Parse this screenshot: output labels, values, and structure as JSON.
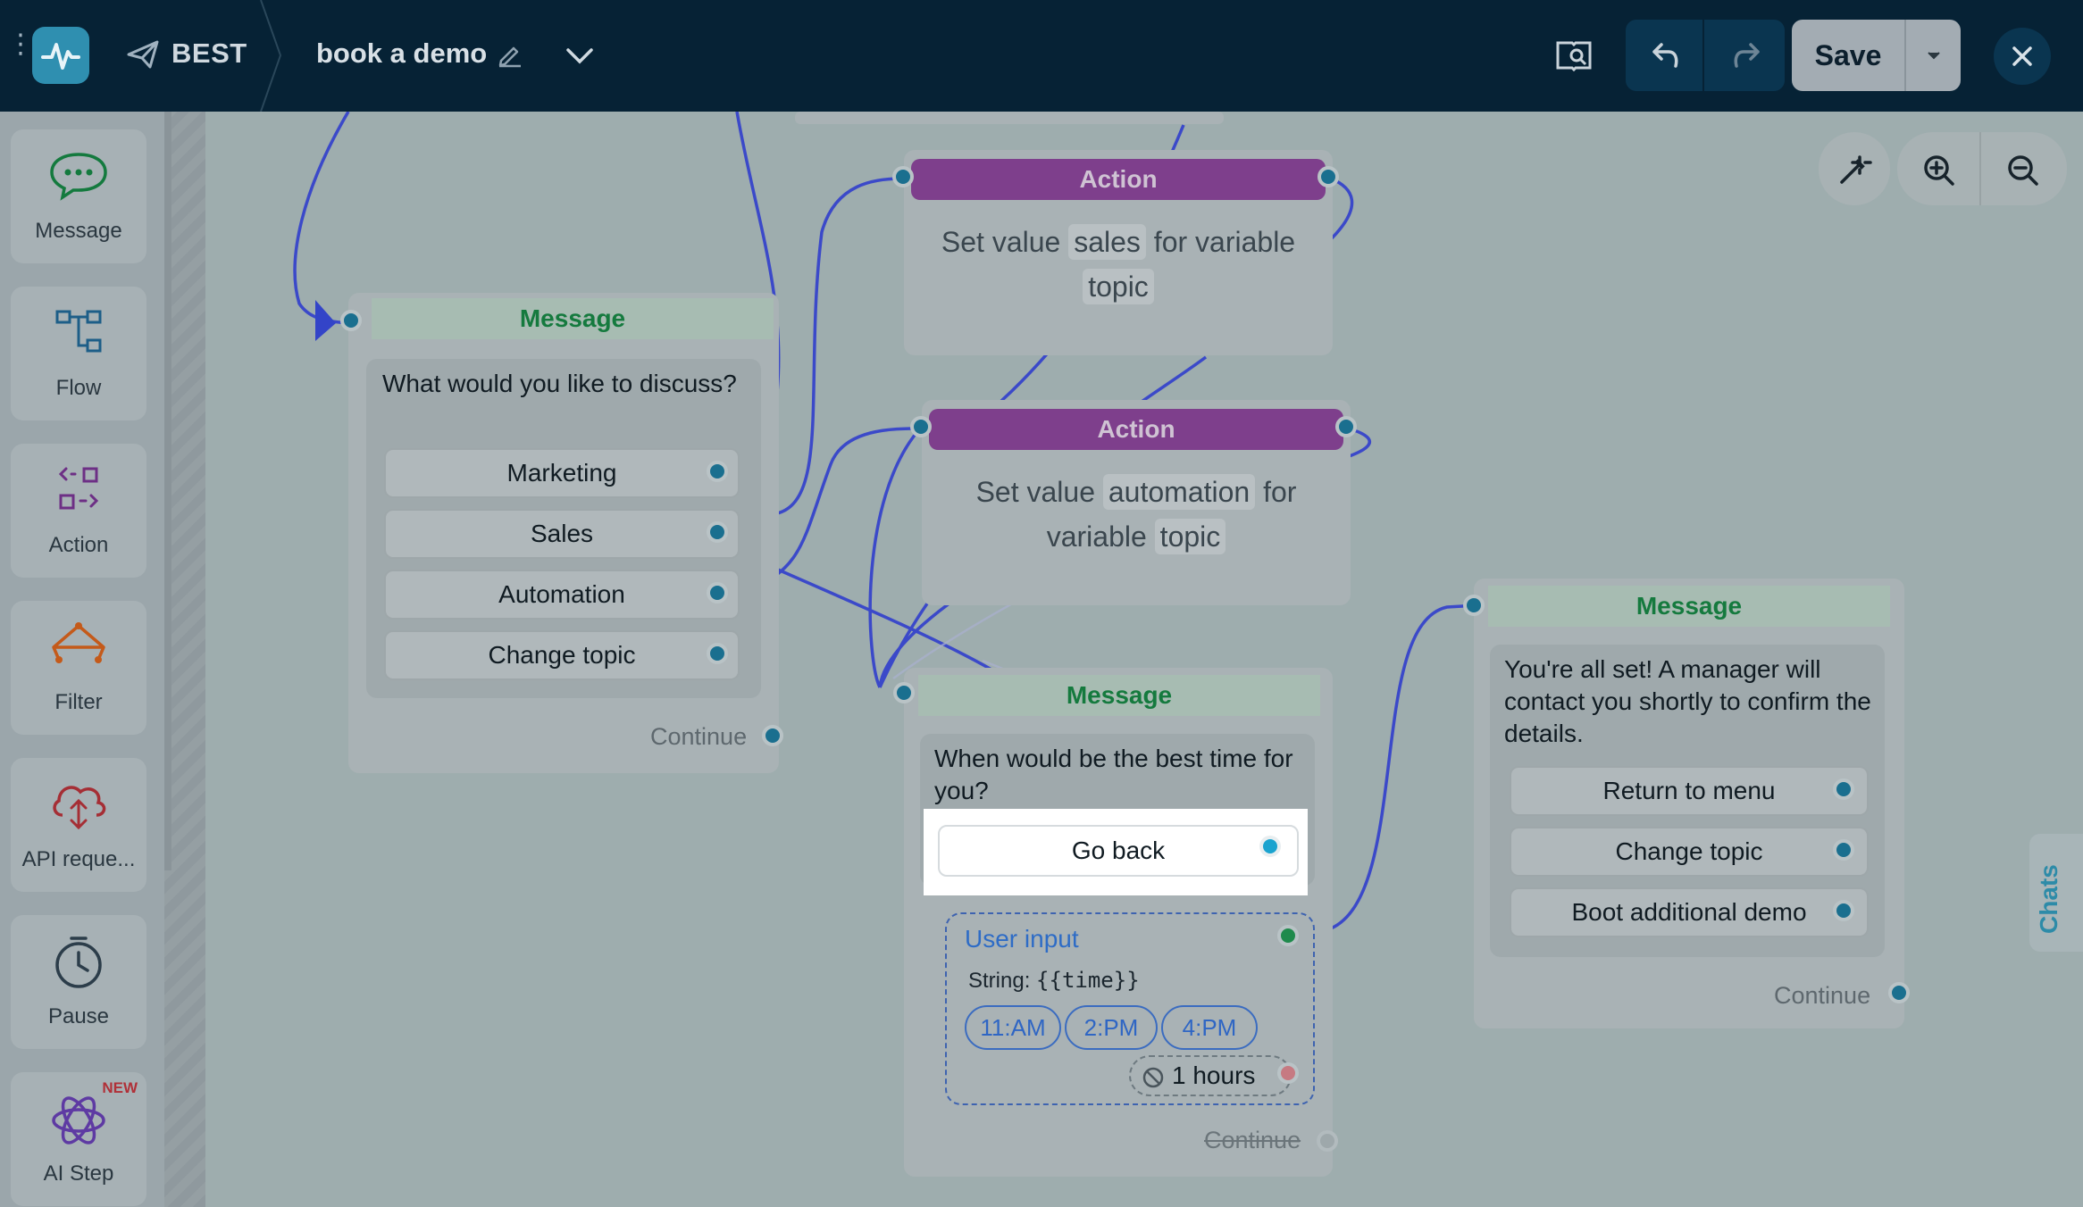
{
  "topbar": {
    "bot_name": "BEST",
    "flow_name": "book a demo",
    "save_label": "Save"
  },
  "sidebar": {
    "items": [
      {
        "label": "Message",
        "icon": "message-icon"
      },
      {
        "label": "Flow",
        "icon": "flow-icon"
      },
      {
        "label": "Action",
        "icon": "action-icon"
      },
      {
        "label": "Filter",
        "icon": "filter-icon"
      },
      {
        "label": "API reque...",
        "icon": "api-cloud-icon"
      },
      {
        "label": "Pause",
        "icon": "clock-icon"
      },
      {
        "label": "AI Step",
        "icon": "ai-atom-icon",
        "badge": "NEW"
      }
    ]
  },
  "nodes": {
    "action1": {
      "title": "Action",
      "text_a": "Set value",
      "chip_a": "sales",
      "text_b": "for variable",
      "chip_b": "topic"
    },
    "action2": {
      "title": "Action",
      "text_a": "Set value",
      "chip_a": "automation",
      "text_b": "for",
      "text_c": "variable",
      "chip_b": "topic"
    },
    "msg1": {
      "title": "Message",
      "text": "What would you like to discuss?",
      "buttons": [
        "Marketing",
        "Sales",
        "Automation",
        "Change topic"
      ],
      "continue": "Continue"
    },
    "msg2": {
      "title": "Message",
      "text": "When would be the best time for you?",
      "button": "Go back",
      "user_input": {
        "title": "User input",
        "type_label": "String:",
        "variable": "{{time}}",
        "options": [
          "11:AM",
          "2:PM",
          "4:PM"
        ],
        "timeout": "1 hours"
      },
      "continue": "Continue"
    },
    "msg3": {
      "title": "Message",
      "text": "You're all set! A manager will contact you shortly to confirm the details.",
      "buttons": [
        "Return to menu",
        "Change topic",
        "Boot additional demo"
      ],
      "continue": "Continue"
    }
  },
  "chats_tab": "Chats",
  "colors": {
    "topbar": "#062235",
    "canvas": "#9eadae",
    "message_header": "#157a3e",
    "action_header": "#7e3f8c",
    "wire": "#3b49c9",
    "port": "#1a6f8f",
    "accent": "#2d8ba8"
  }
}
